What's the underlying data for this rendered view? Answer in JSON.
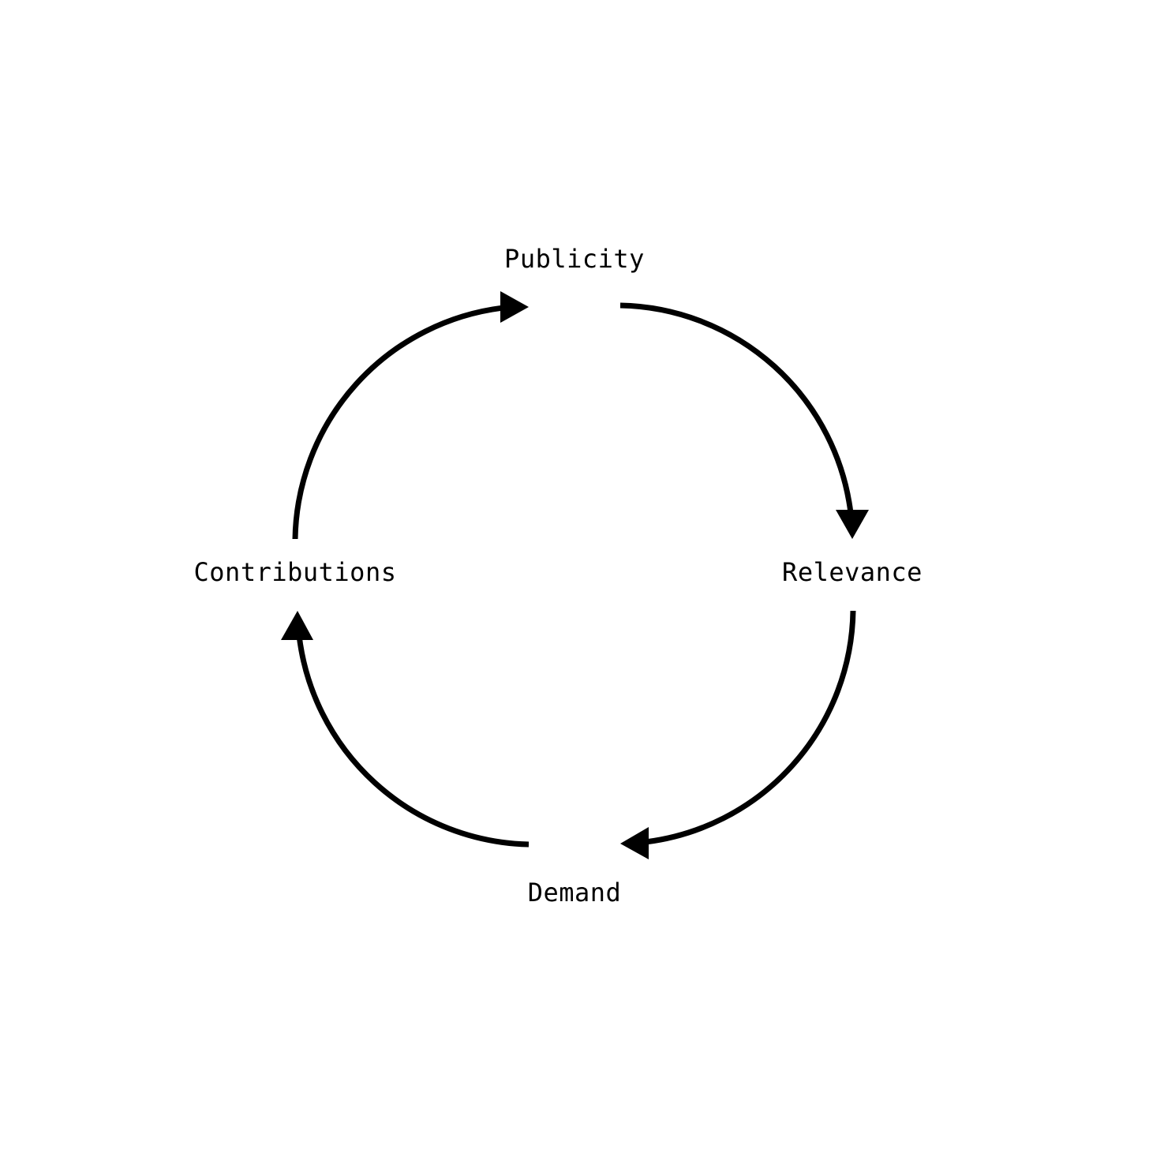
{
  "diagram": {
    "nodes": [
      {
        "id": "publicity",
        "label": "Publicity"
      },
      {
        "id": "relevance",
        "label": "Relevance"
      },
      {
        "id": "demand",
        "label": "Demand"
      },
      {
        "id": "contributions",
        "label": "Contributions"
      }
    ],
    "edges": [
      {
        "from": "publicity",
        "to": "relevance"
      },
      {
        "from": "relevance",
        "to": "demand"
      },
      {
        "from": "demand",
        "to": "contributions"
      },
      {
        "from": "contributions",
        "to": "publicity"
      }
    ],
    "colors": {
      "background": "#ffffff",
      "stroke": "#000000",
      "text": "#000000"
    }
  }
}
